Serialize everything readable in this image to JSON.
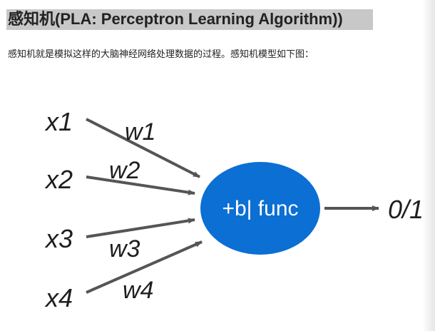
{
  "heading": "感知机(PLA: Perceptron Learning Algorithm))",
  "intro": "感知机就是模拟这样的大脑神经网络处理数据的过程。感知机模型如下图：",
  "diagram": {
    "inputs": [
      "x1",
      "x2",
      "x3",
      "x4"
    ],
    "weights": [
      "w1",
      "w2",
      "w3",
      "w4"
    ],
    "node_label": "+b| func",
    "output": "0/1",
    "colors": {
      "node": "#0b6fd4",
      "arrow": "#555555",
      "text": "#1e1e1e",
      "heading_bg": "#c8c8c8"
    }
  }
}
